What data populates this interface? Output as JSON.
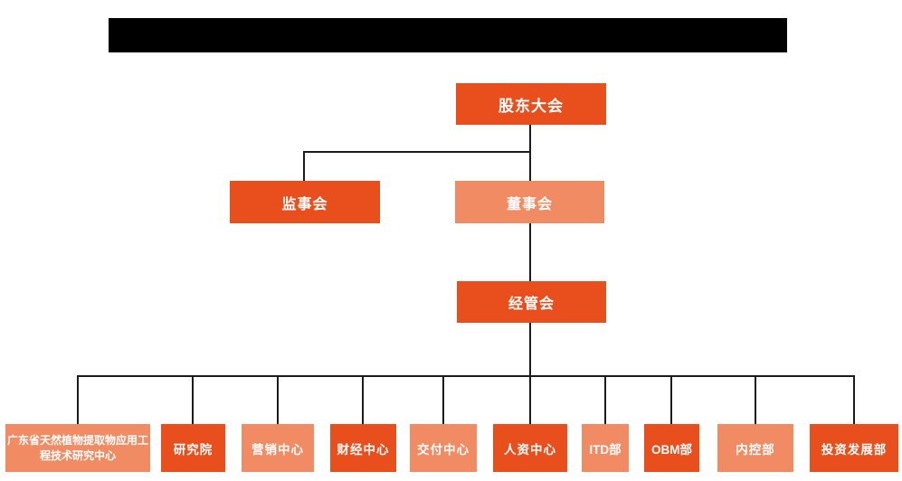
{
  "colors": {
    "primary_orange": "#e94e1d",
    "secondary_salmon": "#f08b63",
    "connector_line": "#1b1b1b",
    "banner_black": "#000000",
    "node_text": "#ffffff",
    "background": "#ffffff"
  },
  "org": {
    "root": {
      "label": "股东大会"
    },
    "supervisory": {
      "label": "监事会"
    },
    "board": {
      "label": "董事会"
    },
    "management": {
      "label": "经管会"
    },
    "departments": [
      {
        "label": "广东省天然植物提取物应用工程技术研究中心"
      },
      {
        "label": "研究院"
      },
      {
        "label": "营销中心"
      },
      {
        "label": "财经中心"
      },
      {
        "label": "交付中心"
      },
      {
        "label": "人资中心"
      },
      {
        "label": "ITD部"
      },
      {
        "label": "OBM部"
      },
      {
        "label": "内控部"
      },
      {
        "label": "投资发展部"
      }
    ]
  }
}
